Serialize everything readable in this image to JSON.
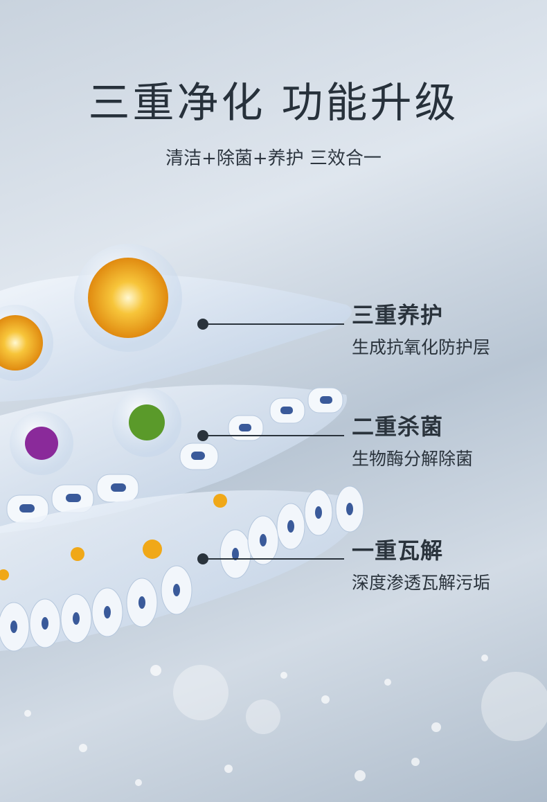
{
  "header": {
    "title": "三重净化 功能升级",
    "subtitle": "清洁+除菌+养护 三效合一"
  },
  "layers": [
    {
      "title": "三重养护",
      "desc": "生成抗氧化防护层"
    },
    {
      "title": "二重杀菌",
      "desc": "生物酶分解除菌"
    },
    {
      "title": "一重瓦解",
      "desc": "深度渗透瓦解污垢"
    }
  ],
  "colors": {
    "text": "#2a333c",
    "layer": "#e6eef8",
    "sun": "#f0a818",
    "virus_purple": "#8a2a9a",
    "virus_green": "#5a9a2a",
    "cell": "#3a5a9a"
  }
}
